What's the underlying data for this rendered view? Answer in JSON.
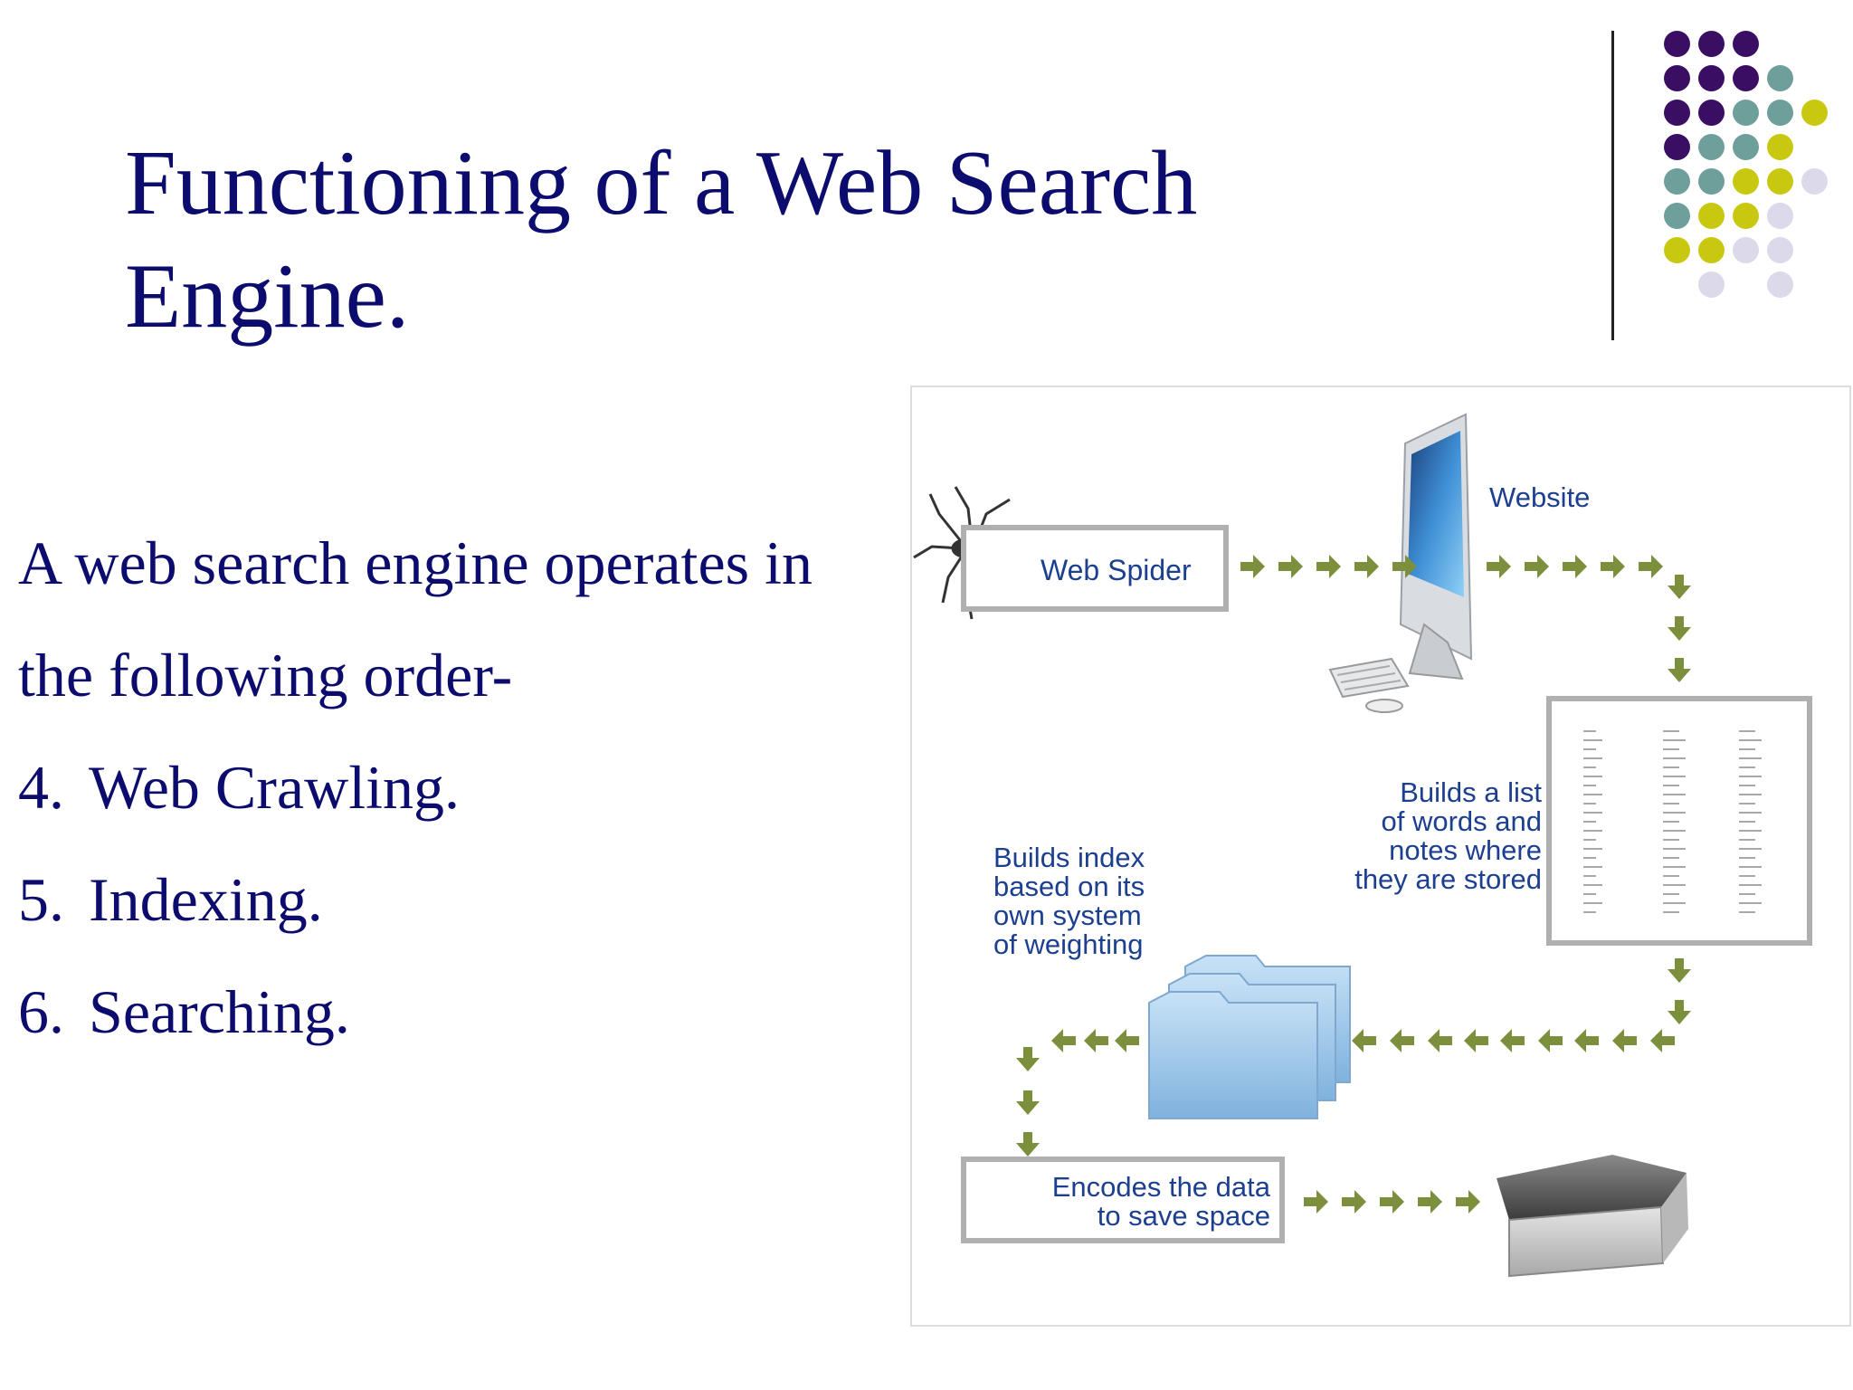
{
  "title": {
    "line1": "Functioning of a Web Search",
    "line2": "Engine."
  },
  "body": {
    "intro_line1": "A web search engine operates in",
    "intro_line2": "the following order-",
    "items": [
      {
        "number": "4.",
        "text": "Web Crawling."
      },
      {
        "number": "5.",
        "text": "Indexing."
      },
      {
        "number": "6.",
        "text": "Searching."
      }
    ]
  },
  "diagram": {
    "web_spider": "Web Spider",
    "website": "Website",
    "builds_list": [
      "Builds a list",
      "of words and",
      "notes where",
      "they are stored"
    ],
    "builds_index": [
      "Builds index",
      "based on its",
      "own system",
      "of weighting"
    ],
    "encodes": [
      "Encodes the data",
      "to save space"
    ]
  },
  "colors": {
    "title": "#0c0c6e",
    "label": "#1c3f8f",
    "arrow": "#7b8f3c",
    "dot_purple": "#3a0f63",
    "dot_teal": "#6f9f9b",
    "dot_yellow": "#c9c811",
    "dot_lavender": "#dcdaea"
  }
}
